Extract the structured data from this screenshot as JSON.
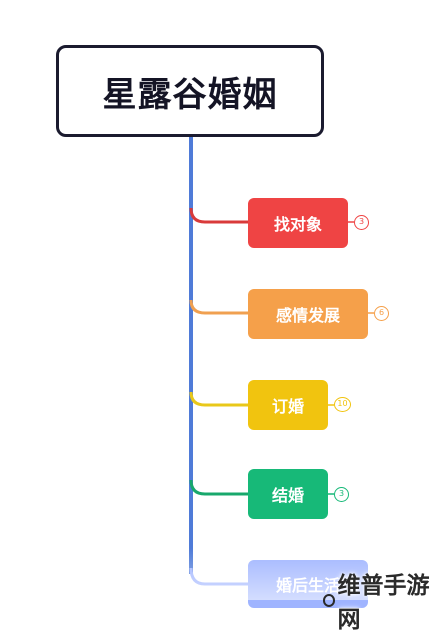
{
  "root": {
    "title": "星露谷婚姻"
  },
  "branches": [
    {
      "label": "找对象",
      "count": "3",
      "color": "#ef4444",
      "line_color": "#d93a3a"
    },
    {
      "label": "感情发展",
      "count": "6",
      "color": "#f5a04a",
      "line_color": "#f0a050"
    },
    {
      "label": "订婚",
      "count": "10",
      "color": "#f1c40f",
      "line_color": "#e9c81a"
    },
    {
      "label": "结婚",
      "count": "3",
      "color": "#17b978",
      "line_color": "#18a86c"
    },
    {
      "label": "婚后生活",
      "count": "",
      "color": "#9fb4ff",
      "line_color": "#9fb4ff"
    }
  ],
  "trunk_color": "#4f7bd8",
  "watermark": {
    "text": "维普手游网"
  }
}
